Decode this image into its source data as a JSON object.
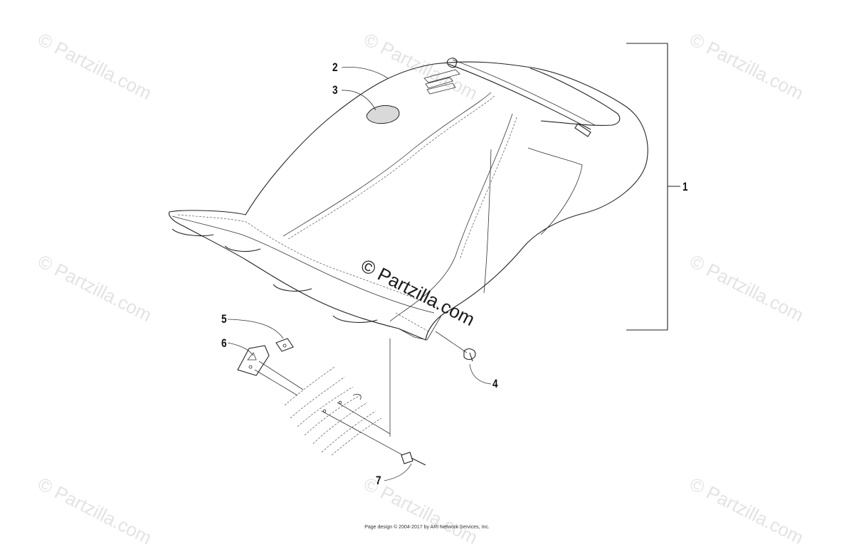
{
  "watermark": {
    "text": "© Partzilla.com",
    "center_text": "© Partzilla.com"
  },
  "callouts": [
    {
      "label": "1"
    },
    {
      "label": "2"
    },
    {
      "label": "3"
    },
    {
      "label": "4"
    },
    {
      "label": "5"
    },
    {
      "label": "6"
    },
    {
      "label": "7"
    }
  ],
  "footer": {
    "text": "Page design © 2004-2017 by ARI Network Services, Inc."
  }
}
